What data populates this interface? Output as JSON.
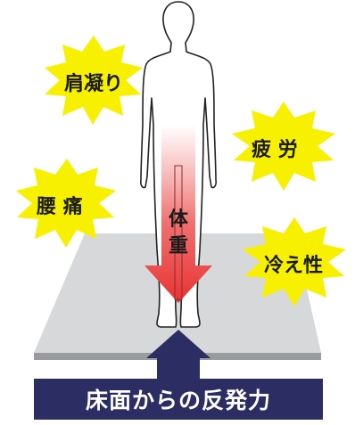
{
  "symptoms": {
    "shoulder": "肩凝り",
    "fatigue": "疲 労",
    "back": "腰 痛",
    "cold": "冷え性"
  },
  "weight": {
    "char1": "体",
    "char2": "重"
  },
  "ground_force": "床面からの反発力",
  "colors": {
    "burst": "#f7f000",
    "arrow_top": "#ffffff",
    "arrow_bottom": "#e83333",
    "floor": "#d7d8da",
    "floor_edge": "#9a9b9e",
    "force_bar": "#2b2d63"
  }
}
